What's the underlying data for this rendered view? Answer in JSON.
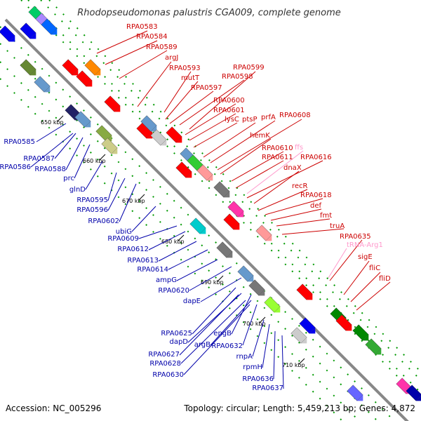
{
  "header": {
    "title": "Rhodopseudomonas palustris CGA009, complete genome"
  },
  "footer": {
    "accession": "Accession: NC_005296",
    "summary": "Topology: circular; Length: 5,459,213 bp; Genes: 4,872"
  },
  "colors": {
    "forward_label": "#cc0000",
    "reverse_label": "#0000aa",
    "rna_label": "#ff99cc",
    "backbone": "#888888",
    "tick": "#009900"
  },
  "kbp_ticks": [
    "650 kbp",
    "660 kbp",
    "670 kbp",
    "680 kbp",
    "690 kbp",
    "700 kbp",
    "710 kbp"
  ],
  "forward_genes": [
    "RPA0583",
    "RPA0584",
    "RPA0589",
    "argJ",
    "RPA0593",
    "mutT",
    "RPA0597",
    "RPA0598",
    "RPA0599",
    "RPA0600",
    "RPA0601",
    "lysC",
    "ptsP",
    "prfA",
    "RPA0608",
    "hemK",
    "RPA0610",
    "RPA0611",
    "RPA0616",
    "dnaX",
    "recR",
    "RPA0618",
    "def",
    "fmt",
    "truA",
    "RPA0635",
    "sigE",
    "fliC",
    "fliD"
  ],
  "rna_genes": [
    "ffs",
    "tRNA-Arg1"
  ],
  "reverse_genes": [
    "RPA0585",
    "RPA0587",
    "RPA0586",
    "RPA0588",
    "prc",
    "glnD",
    "RPA0595",
    "RPA0596",
    "RPA0602",
    "ubiG",
    "RPA0609",
    "RPA0612",
    "RPA0613",
    "RPA0614",
    "ampG",
    "RPA0620",
    "dapE",
    "RPA0625",
    "dapD",
    "engB",
    "argB",
    "RPA0632",
    "RPA0627",
    "RPA0628",
    "RPA0630",
    "rnpA",
    "rpmH",
    "RPA0636",
    "RPA0637"
  ]
}
